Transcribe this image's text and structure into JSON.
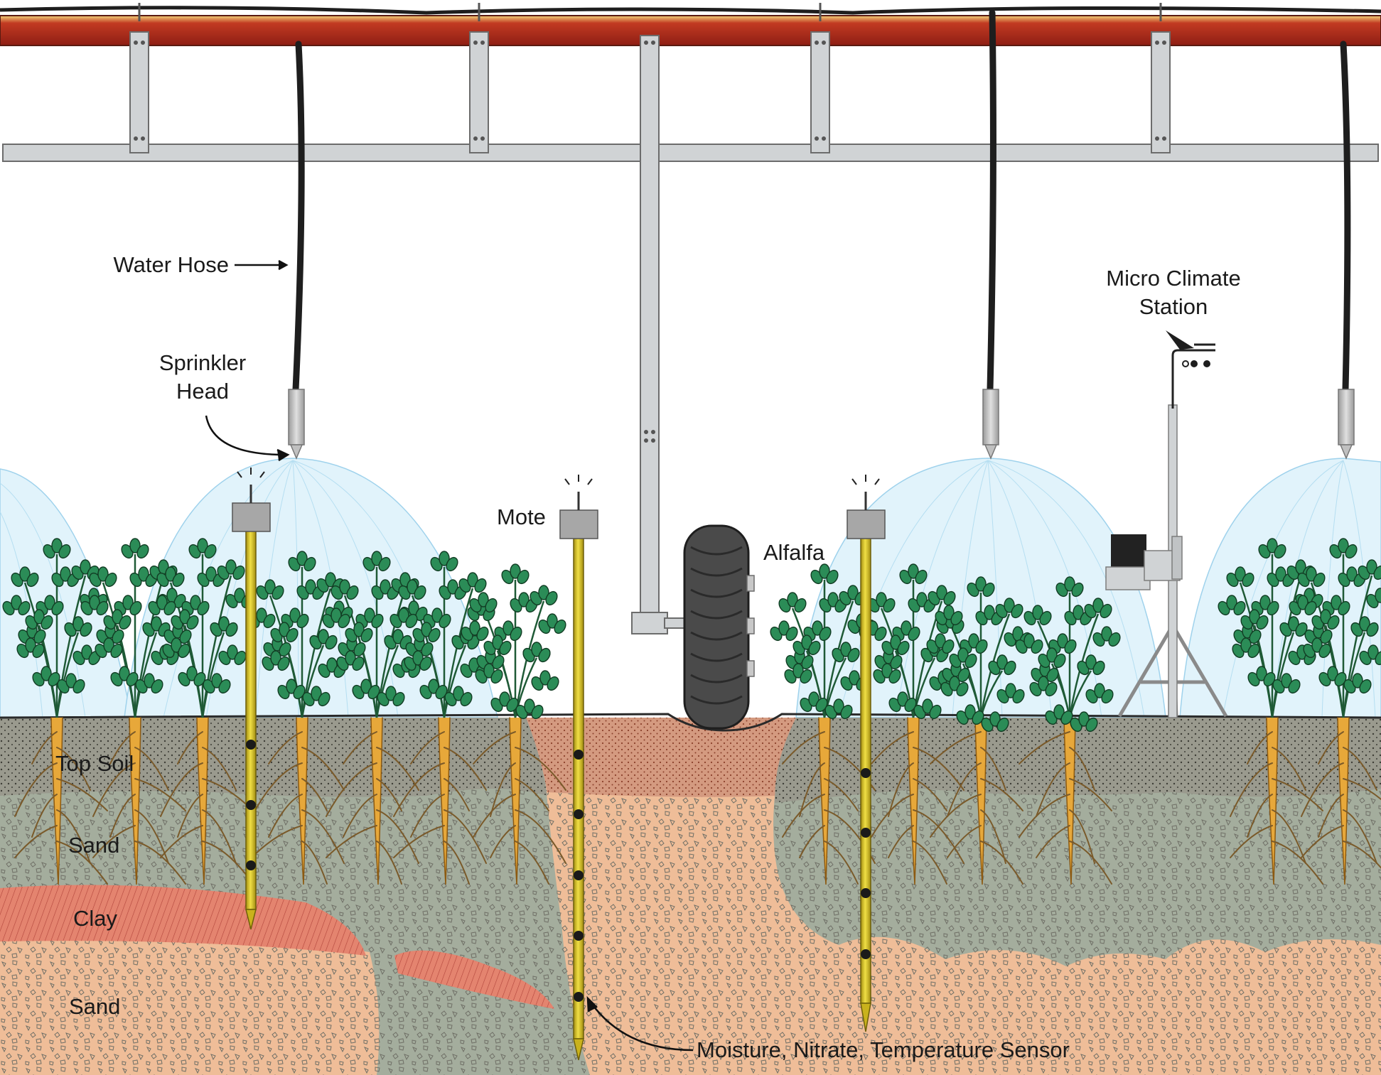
{
  "labels": {
    "water_hose": "Water Hose",
    "sprinkler_head_line1": "Sprinkler",
    "sprinkler_head_line2": "Head",
    "mote": "Mote",
    "alfalfa": "Alfalfa",
    "micro_climate_line1": "Micro Climate",
    "micro_climate_line2": "Station",
    "top_soil": "Top Soil",
    "sand_upper": "Sand",
    "clay": "Clay",
    "sand_lower": "Sand",
    "sensor": "Moisture, Nitrate, Temperature Sensor"
  },
  "colors": {
    "pipe_red": "#b22d1f",
    "hose_black": "#1e1e1e",
    "frame_gray": "#cfd2d4",
    "spray_blue": "#dff2fb",
    "top_soil": "#9a9a8e",
    "sand_gray": "#a4ad9d",
    "sand_peach": "#efbd98",
    "clay_pink": "#e4846f",
    "probe_yellow": "#e2c925",
    "root_orange": "#e7a83a",
    "leaf_green": "#2b8c57"
  }
}
